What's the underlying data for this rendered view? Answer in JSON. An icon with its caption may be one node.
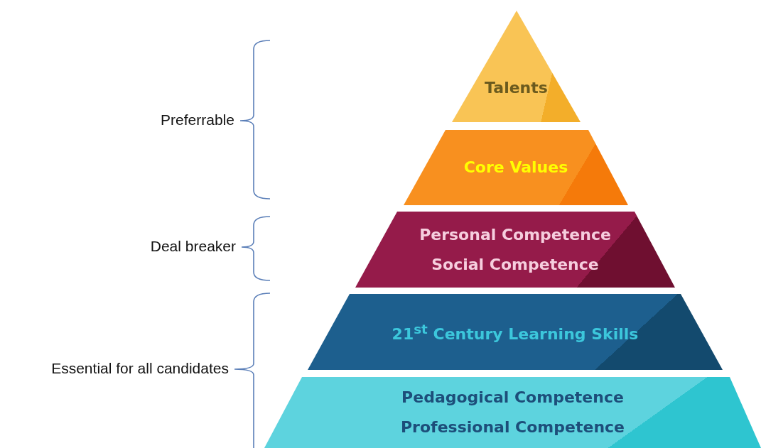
{
  "diagram": {
    "nodes": [
      {
        "text": [
          "Talents"
        ]
      },
      {
        "text": [
          "Core Values"
        ]
      },
      {
        "text": [
          "Personal Competence",
          "Social Competence"
        ]
      },
      {
        "text": [
          "21$^{st}$ Century Learning Skills"
        ]
      },
      {
        "text": [
          "Pedagogical Competence",
          "Professional Competence"
        ]
      }
    ],
    "labels": [
      "Preferrable",
      "Deal breaker",
      "Essential for all candidates"
    ]
  }
}
